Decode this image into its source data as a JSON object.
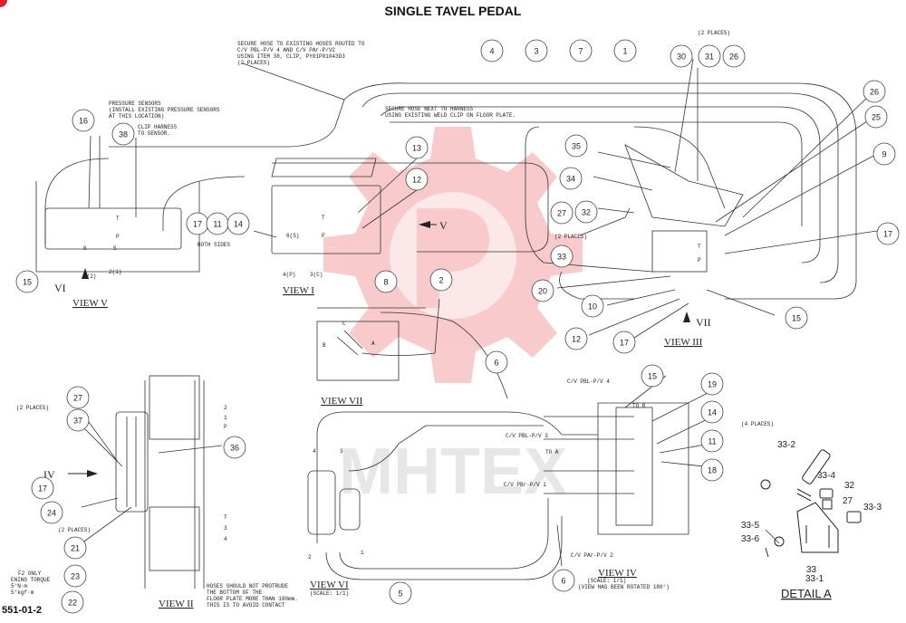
{
  "title": "SINGLE TAVEL PEDAL",
  "page_number": "551-01-2",
  "watermark_text": "MHTEX",
  "watermark_color": "#f3a0a4",
  "notes": {
    "secure_hose": [
      "SECURE HOSE TO EXISTING HOSES ROUTED TO",
      "C/V PBL-P/V 4 AND C/V PAr-P/V2",
      "USING ITEM 38, CLIP, PY01P01043D3",
      "(2 PLACES)"
    ],
    "harness": [
      "SECURE HOSE NEXT TO HARNESS",
      "USING EXISTING WELD CLIP ON FLOOR PLATE."
    ],
    "pressure_sensors": [
      "PRESSURE SENSORS",
      "(INSTALL EXISTING PRESSURE SENSORS",
      "AT THIS LOCATION)"
    ],
    "clip_harness": [
      "CLIP HARNESS",
      "TO SENSOR."
    ],
    "both_sides": "BOTH SIDES",
    "two_places": "(2 PLACES)",
    "four_places": "(4 PLACES)",
    "hoses_protrude": [
      "HOSES SHOULD NOT PROTRUDE",
      "THE BOTTOM OF THE",
      "FLOOR PLATE MORE THAN 180mm.",
      "THIS IS TO AVOID CONTACT"
    ],
    "torque": [
      "F2 ONLY",
      "ENING TORQUE",
      "5°N·m",
      "5°kgf·m"
    ],
    "view4_scale": [
      "(SCALE: 1/1)",
      "(VIEW HAS BEEN ROTATED 180°)"
    ],
    "view6_scale": "(SCALE: 1/1)"
  },
  "view_labels": {
    "v": "VIEW V",
    "i": "VIEW I",
    "vii": "VIEW VII",
    "iii": "VIEW III",
    "iv": "VIEW IV",
    "vi": "VIEW VI",
    "ii": "VIEW II",
    "detail_a": "DETAIL A"
  },
  "port_labels": {
    "cv_pbl_4": "C/V PBL-P/V 4",
    "cv_pbl_3": "C/V PBL-P/V 3",
    "cv_pbr_1": "C/V PBr-P/V 1",
    "cv_par_2": "C/V PAr-P/V 2",
    "to_b": "TO B",
    "to_a": "TO A"
  },
  "balloons": [
    {
      "label": "4"
    },
    {
      "label": "3"
    },
    {
      "label": "7"
    },
    {
      "label": "1"
    },
    {
      "label": "30"
    },
    {
      "label": "31"
    },
    {
      "label": "26"
    },
    {
      "label": "26"
    },
    {
      "label": "25"
    },
    {
      "label": "9"
    },
    {
      "label": "17"
    },
    {
      "label": "16"
    },
    {
      "label": "38"
    },
    {
      "label": "13"
    },
    {
      "label": "12"
    },
    {
      "label": "17"
    },
    {
      "label": "11"
    },
    {
      "label": "14"
    },
    {
      "label": "15"
    },
    {
      "label": "35"
    },
    {
      "label": "34"
    },
    {
      "label": "27"
    },
    {
      "label": "32"
    },
    {
      "label": "33"
    },
    {
      "label": "20"
    },
    {
      "label": "10"
    },
    {
      "label": "12"
    },
    {
      "label": "17"
    },
    {
      "label": "15"
    },
    {
      "label": "8"
    },
    {
      "label": "2"
    },
    {
      "label": "6"
    },
    {
      "label": "15"
    },
    {
      "label": "19"
    },
    {
      "label": "14"
    },
    {
      "label": "11"
    },
    {
      "label": "18"
    },
    {
      "label": "27"
    },
    {
      "label": "37"
    },
    {
      "label": "36"
    },
    {
      "label": "17"
    },
    {
      "label": "24"
    },
    {
      "label": "21"
    },
    {
      "label": "23"
    },
    {
      "label": "22"
    },
    {
      "label": "5"
    },
    {
      "label": "6"
    }
  ],
  "detail_labels": [
    "33-2",
    "33-4",
    "32",
    "27",
    "33-3",
    "33-5",
    "33-6",
    "33",
    "33-1"
  ],
  "small_labels": {
    "T": "T",
    "P": "P",
    "A": "A",
    "B": "B",
    "C": "C",
    "p6s": "6(S)",
    "p4p": "4(P)",
    "p3c": "3(C)",
    "n2": "2",
    "n1": "1",
    "n3": "3",
    "n4": "4",
    "n5": "5",
    "n6": "6",
    "p4_2": "4(2)",
    "p2_1": "2(1)",
    "arrow_v": "V",
    "arrow_vi": "VI",
    "arrow_vii": "VII",
    "arrow_iv": "IV"
  }
}
